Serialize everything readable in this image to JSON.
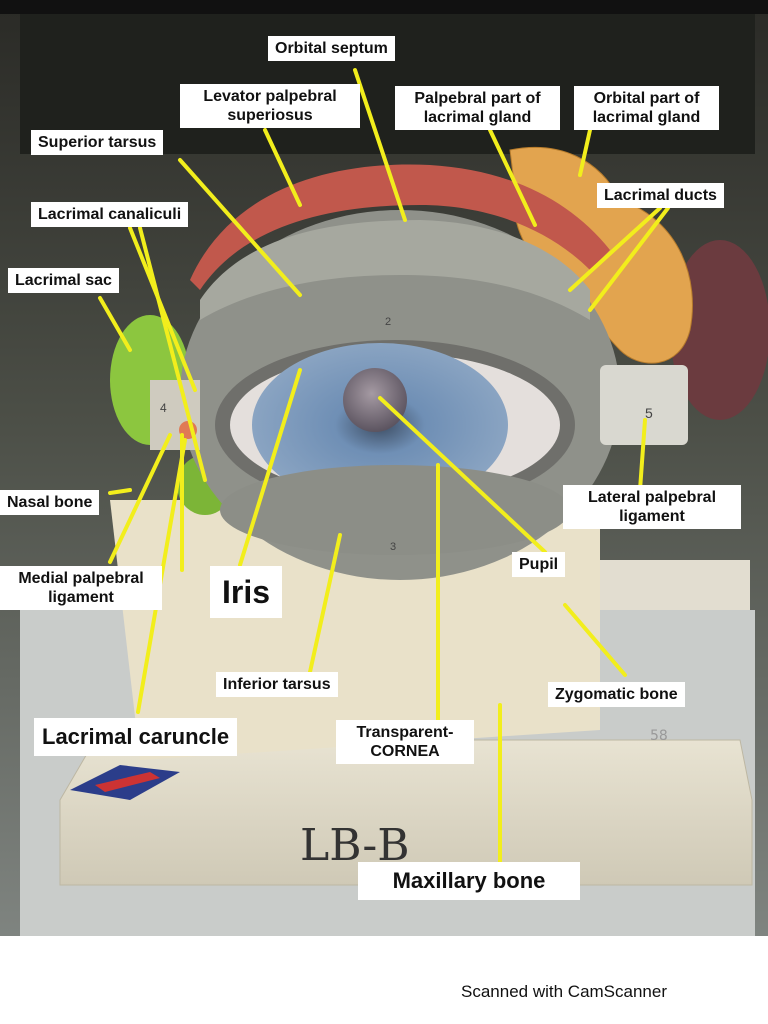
{
  "labels": {
    "orbital_septum": "Orbital septum",
    "levator": "Levator palpebral superiosus",
    "palpebral_gland": "Palpebral part of lacrimal gland",
    "orbital_gland": "Orbital part of lacrimal gland",
    "superior_tarsus": "Superior tarsus",
    "lacrimal_canaliculi": "Lacrimal canaliculi",
    "lacrimal_ducts": "Lacrimal ducts",
    "lacrimal_sac": "Lacrimal sac",
    "nasal_bone": "Nasal bone",
    "lateral_ligament": "Lateral palpebral ligament",
    "medial_ligament": "Medial palpebral ligament",
    "iris": "Iris",
    "pupil": "Pupil",
    "inferior_tarsus": "Inferior tarsus",
    "zygomatic_bone": "Zygomatic bone",
    "lacrimal_caruncle": "Lacrimal caruncle",
    "cornea": "Transparent- CORNEA",
    "maxillary_bone": "Maxillary bone"
  },
  "model_marks": {
    "handwriting": "LB-B",
    "number_left": "4",
    "number_right": "5",
    "number_top": "2",
    "number_bottom": "3",
    "base_code": "58"
  },
  "footer": "Scanned with CamScanner",
  "colors": {
    "pointer": "#f2ee1c",
    "label_bg": "#ffffff",
    "muscle": "#c1584c",
    "gland": "#e2a44f",
    "sac": "#8cc63f",
    "sclera": "#8f918a",
    "iris": "#6f8fb5"
  }
}
